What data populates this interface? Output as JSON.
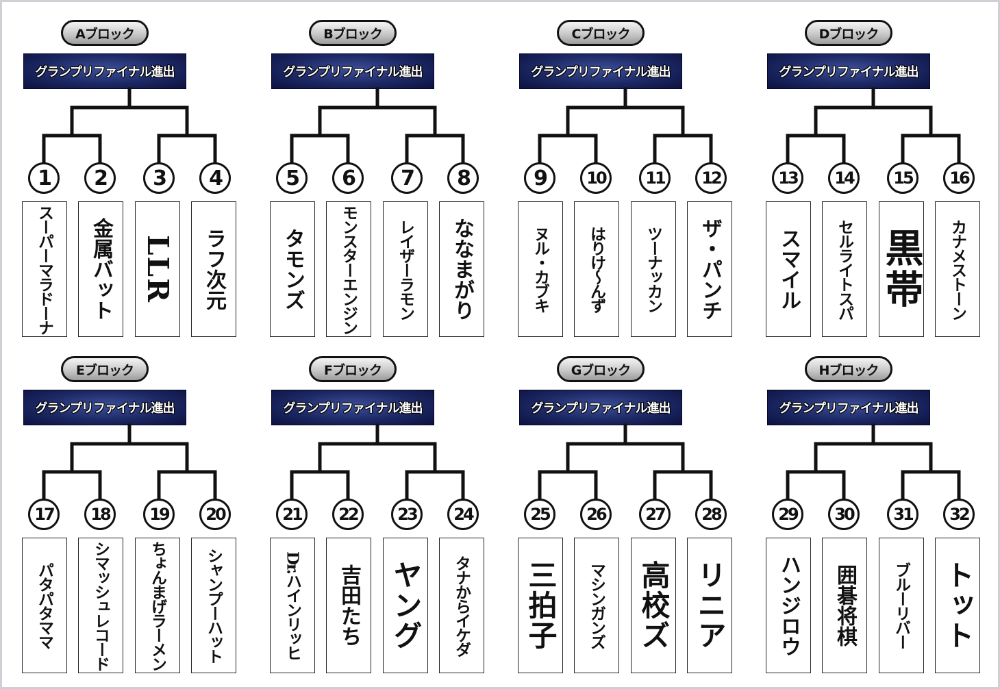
{
  "banner_text": "グランプリファイナル進出",
  "blocks": [
    {
      "label": "Aブロック",
      "entries": [
        {
          "seed": "1",
          "name": "スーパーマラドーナ"
        },
        {
          "seed": "2",
          "name": "金属バット"
        },
        {
          "seed": "3",
          "name": "LLR"
        },
        {
          "seed": "4",
          "name": "ラフ次元"
        }
      ]
    },
    {
      "label": "Bブロック",
      "entries": [
        {
          "seed": "5",
          "name": "タモンズ"
        },
        {
          "seed": "6",
          "name": "モンスターエンジン"
        },
        {
          "seed": "7",
          "name": "レイザーラモン"
        },
        {
          "seed": "8",
          "name": "ななまがり"
        }
      ]
    },
    {
      "label": "Cブロック",
      "entries": [
        {
          "seed": "9",
          "name": "ヌル・カブキ"
        },
        {
          "seed": "10",
          "name": "はりけ〜んず"
        },
        {
          "seed": "11",
          "name": "ツーナッカン"
        },
        {
          "seed": "12",
          "name": "ザ・パンチ"
        }
      ]
    },
    {
      "label": "Dブロック",
      "entries": [
        {
          "seed": "13",
          "name": "スマイル"
        },
        {
          "seed": "14",
          "name": "セルライトスパ"
        },
        {
          "seed": "15",
          "name": "黒帯"
        },
        {
          "seed": "16",
          "name": "カナメストーン"
        }
      ]
    },
    {
      "label": "Eブロック",
      "entries": [
        {
          "seed": "17",
          "name": "パタパタママ"
        },
        {
          "seed": "18",
          "name": "シマッシュレコード"
        },
        {
          "seed": "19",
          "name": "ちょんまげラーメン"
        },
        {
          "seed": "20",
          "name": "シャンプーハット"
        }
      ]
    },
    {
      "label": "Fブロック",
      "entries": [
        {
          "seed": "21",
          "name": "Dr.ハインリッヒ"
        },
        {
          "seed": "22",
          "name": "吉田たち"
        },
        {
          "seed": "23",
          "name": "ヤング"
        },
        {
          "seed": "24",
          "name": "タナからイケダ"
        }
      ]
    },
    {
      "label": "Gブロック",
      "entries": [
        {
          "seed": "25",
          "name": "三拍子"
        },
        {
          "seed": "26",
          "name": "マシンガンズ"
        },
        {
          "seed": "27",
          "name": "高校ズ"
        },
        {
          "seed": "28",
          "name": "リニア"
        }
      ]
    },
    {
      "label": "Hブロック",
      "entries": [
        {
          "seed": "29",
          "name": "ハンジロウ"
        },
        {
          "seed": "30",
          "name": "囲碁将棋"
        },
        {
          "seed": "31",
          "name": "ブルーリバー"
        },
        {
          "seed": "32",
          "name": "トット"
        }
      ]
    }
  ]
}
